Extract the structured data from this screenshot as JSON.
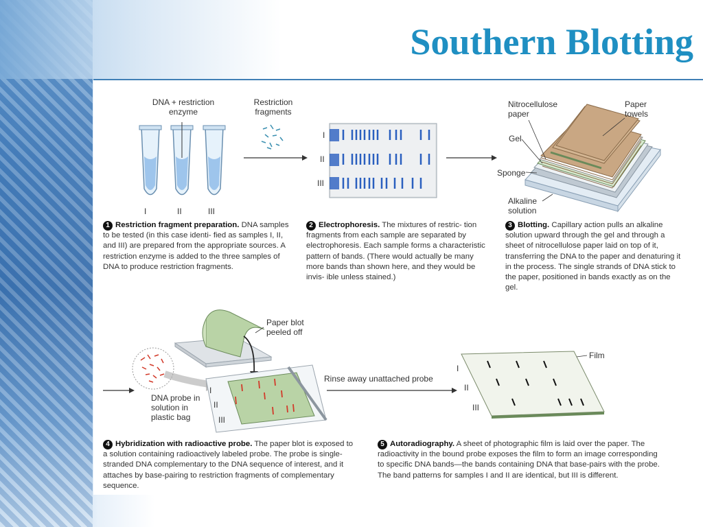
{
  "slide": {
    "title": "Southern Blotting"
  },
  "step1": {
    "label_dna": "DNA + restriction enzyme",
    "tubes": [
      "I",
      "II",
      "III"
    ],
    "caption_num": "1",
    "caption_title": "Restriction fragment preparation.",
    "caption_body": "DNA samples to be tested (in this case identi- fied as samples I, II, and III) are prepared from the appropriate sources. A restriction enzyme is added to the three samples of DNA to produce restriction fragments."
  },
  "step2": {
    "label_fragments": "Restriction fragments",
    "lanes": [
      "I",
      "II",
      "III"
    ],
    "caption_num": "2",
    "caption_title": "Electrophoresis.",
    "caption_body": "The mixtures of restric- tion fragments from each sample are separated by electrophoresis. Each sample forms a characteristic pattern of bands. (There would actually be many more bands than shown here, and they would be invis- ible unless stained.)"
  },
  "step3": {
    "label_nitro": "Nitrocellulose paper",
    "label_towels": "Paper towels",
    "label_gel": "Gel",
    "label_sponge": "Sponge",
    "label_alkaline": "Alkaline solution",
    "caption_num": "3",
    "caption_title": "Blotting.",
    "caption_body": "Capillary action pulls an alkaline solution upward through the gel and through a sheet of nitrocellulose paper laid on top of it, transferring the DNA to the paper and denaturing it in the process. The single strands of DNA stick to the paper, positioned in bands exactly as on the gel."
  },
  "step4": {
    "label_peeled": "Paper blot peeled off",
    "label_probe": "DNA probe in solution in plastic bag",
    "lanes": [
      "I",
      "II",
      "III"
    ],
    "caption_num": "4",
    "caption_title": "Hybridization with radioactive probe.",
    "caption_body": "The paper blot is exposed to a solution containing radioactively labeled probe. The probe is single-stranded DNA complementary to the DNA sequence of interest, and it attaches by base-pairing to restriction fragments of complementary sequence."
  },
  "step5": {
    "label_rinse": "Rinse away unattached probe",
    "label_film": "Film",
    "lanes": [
      "I",
      "II",
      "III"
    ],
    "caption_num": "5",
    "caption_title": "Autoradiography.",
    "caption_body": "A sheet of photographic film is laid over the paper. The radioactivity in the bound probe exposes the film to form an image corresponding to specific DNA bands—the bands containing DNA that base-pairs with the probe. The band patterns for samples I and II are identical, but III is different."
  },
  "colors": {
    "title": "#1f8fc2",
    "dna_blue": "#2a5fbf",
    "probe_red": "#d23a2a",
    "blot_green": "#b9d3a6",
    "towel_tan": "#c9a783"
  }
}
